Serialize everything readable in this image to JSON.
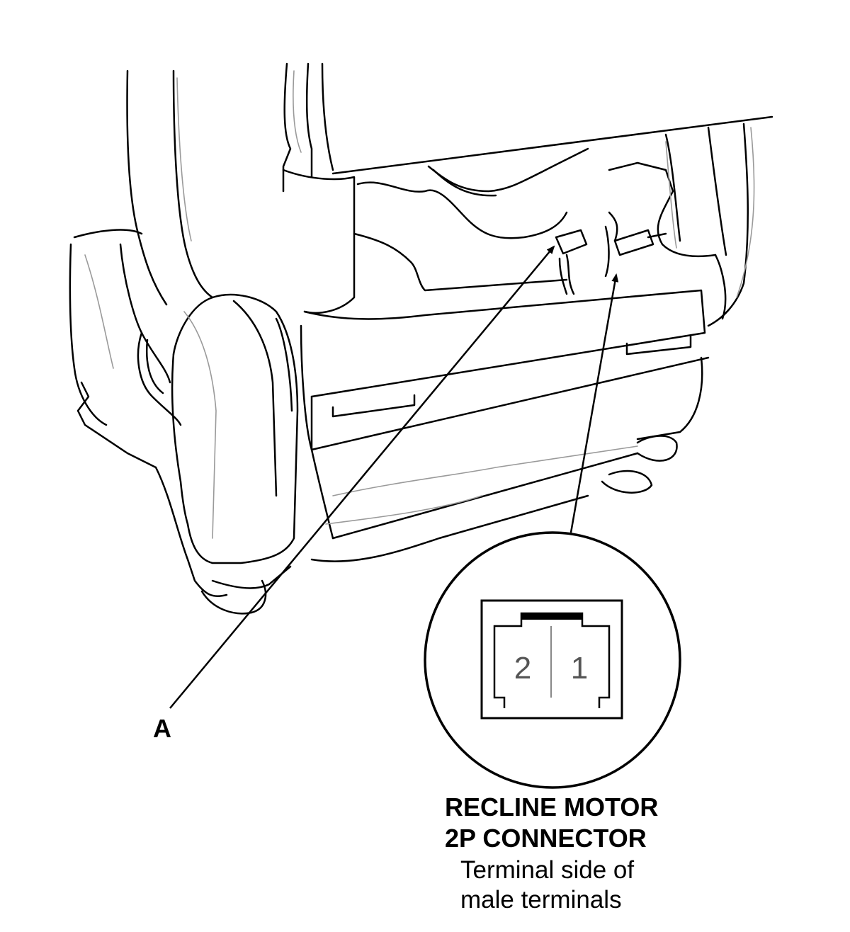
{
  "callout_a": "A",
  "connector": {
    "name_line1": "RECLINE MOTOR",
    "name_line2": "2P CONNECTOR",
    "view_line1": "Terminal side of",
    "view_line2": "male terminals",
    "pins": [
      "2",
      "1"
    ]
  },
  "colors": {
    "line": "#000000",
    "light_line": "#9a9a9a",
    "background": "#ffffff"
  }
}
